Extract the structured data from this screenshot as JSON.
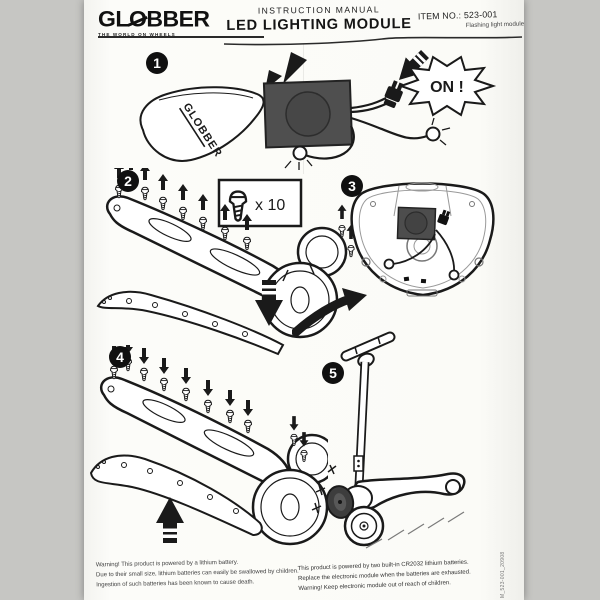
{
  "header": {
    "logo_pre": "GL",
    "logo_o": "O",
    "logo_post": "BBER",
    "tagline": "THE WORLD ON WHEELS",
    "manual_label": "INSTRUCTION MANUAL",
    "title": "LED LIGHTING MODULE",
    "item_no": "ITEM NO.: 523-001",
    "item_subtitle": "Flashing light module"
  },
  "steps": [
    {
      "number": "1"
    },
    {
      "number": "2"
    },
    {
      "number": "3"
    },
    {
      "number": "4"
    },
    {
      "number": "5"
    }
  ],
  "step1": {
    "bag_text": "GLOBBER",
    "on_label": "ON !"
  },
  "step2": {
    "screw_count": "x 10"
  },
  "warnings_left": {
    "line1": "Warning! This product is powered by a lithium battery.",
    "line2": "Due to their small size, lithium batteries can easily be swallowed by children.",
    "line3": "Ingestion of such batteries has been known to cause death."
  },
  "warnings_right": {
    "line1": "This product is powered by two built-in CR2032 lithium batteries.",
    "line2": "Replace the electronic module when the batteries are exhausted.",
    "line3": "Warning! Keep electronic module out of reach of children."
  },
  "side_code": "M_523-001_20908",
  "colors": {
    "ink": "#1a1a1a",
    "module_fill": "#4d4d4d",
    "page": "#fbfbf7",
    "scan_background": "#c6c6c3"
  }
}
